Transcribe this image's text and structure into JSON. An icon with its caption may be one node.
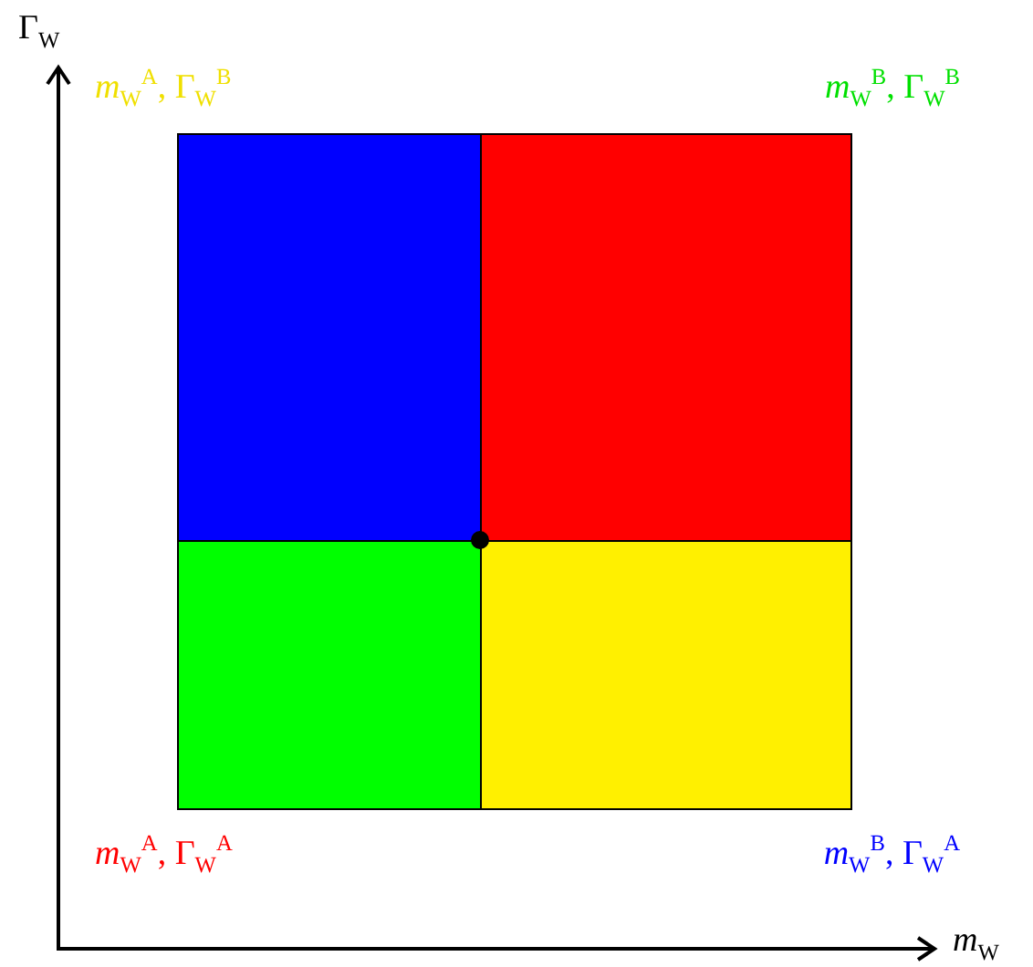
{
  "diagram": {
    "nodes": [
      {
        "text": [],
        "shape": "box"
      },
      {
        "text": [],
        "shape": "box"
      },
      {
        "text": [],
        "shape": "box"
      },
      {
        "text": [],
        "shape": "box"
      }
    ],
    "labels": [
      "Γ$_{W}$",
      "*m*$_{W}$$^{A}$, Γ$_{W}$$^{B}$",
      "*m*$_{W}$$^{B}$, Γ$_{W}$$^{B}$",
      "*m*$_{W}$$^{A}$, Γ$_{W}$$^{A}$",
      "*m*$_{W}$$^{B}$, Γ$_{W}$$^{A}$",
      "*m*$_{W}$"
    ]
  }
}
